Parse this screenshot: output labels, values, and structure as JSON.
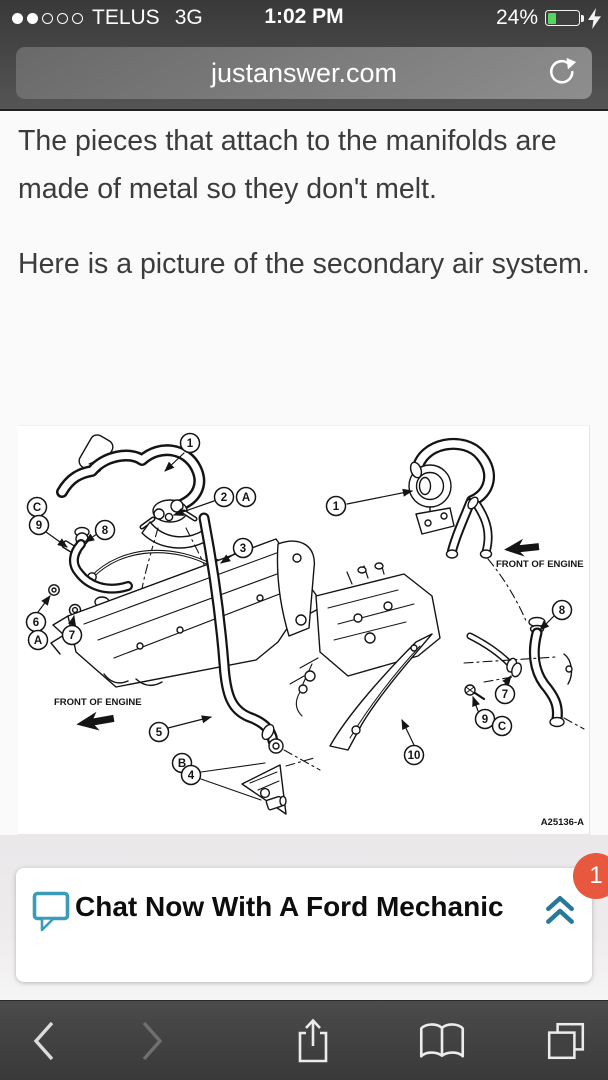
{
  "status_bar": {
    "carrier": "TELUS",
    "network": "3G",
    "time": "1:02 PM",
    "battery_percent": "24%",
    "signal_filled_dots": 2,
    "signal_total_dots": 5,
    "charging": true
  },
  "browser": {
    "url": "justanswer.com"
  },
  "article": {
    "paragraph_1": "The pieces that attach to the manifolds are made of metal so they don't melt.",
    "paragraph_2": "Here is a picture of the secondary air system."
  },
  "diagram": {
    "figure_code": "A25136-A",
    "left_view": {
      "front_of_engine_label": "FRONT OF ENGINE",
      "callouts": [
        "1",
        "2",
        "A",
        "3",
        "C",
        "9",
        "8",
        "6",
        "A",
        "7",
        "5",
        "B",
        "4"
      ]
    },
    "right_view": {
      "front_of_engine_label": "FRONT OF ENGINE",
      "callouts": [
        "1",
        "8",
        "7",
        "9",
        "C",
        "10"
      ]
    }
  },
  "chat_banner": {
    "title": "Chat Now With A Ford Mechanic",
    "badge_count": "1"
  },
  "icons": {
    "top": [
      "signal-dots",
      "battery-icon",
      "charging-bolt-icon",
      "refresh-icon"
    ],
    "banner": [
      "chat-bubble-icon",
      "double-chevron-up-icon"
    ],
    "toolbar": [
      "back-icon",
      "forward-icon",
      "share-icon",
      "bookmarks-icon",
      "tabs-icon"
    ]
  },
  "colors": {
    "accent_teal": "#2f87a6",
    "badge_red": "#e8583e",
    "battery_green": "#57d35f",
    "chrome_dark": "#414141"
  }
}
